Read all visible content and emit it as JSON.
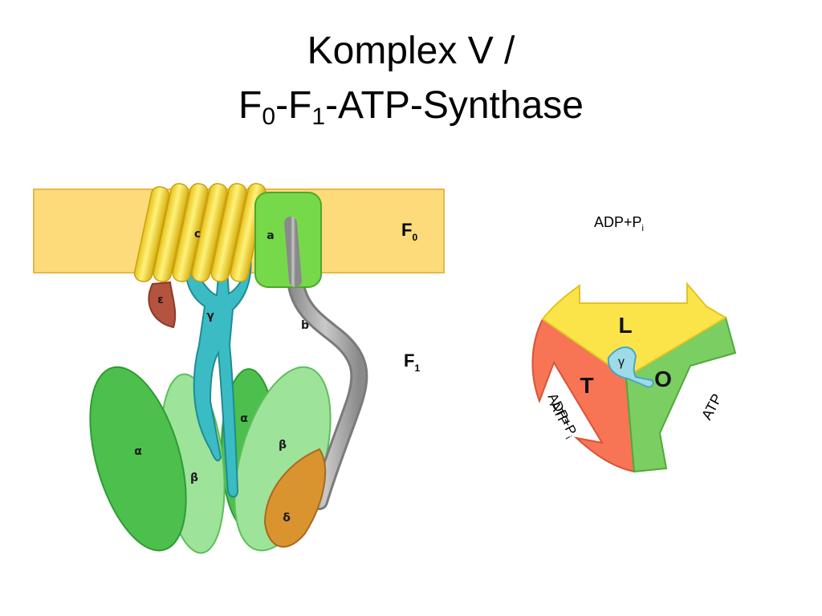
{
  "title": {
    "line1": "Komplex V /",
    "line2_parts": [
      "F",
      "0",
      "-F",
      "1",
      "-ATP-Synthase"
    ]
  },
  "labels": {
    "f0": {
      "main": "F",
      "sub": "0"
    },
    "f1": {
      "main": "F",
      "sub": "1"
    },
    "c": "c",
    "a": "a",
    "b": "b",
    "epsilon": "ε",
    "gamma": "γ",
    "delta": "δ",
    "alpha": "α",
    "beta": "β"
  },
  "cycle": {
    "adp_pi_top": {
      "main": "ADP+P",
      "sub": "i"
    },
    "state_L": "L",
    "state_T": "T",
    "state_O": "O",
    "gamma": "γ",
    "atp_right": "ATP",
    "left_overlap_a": "ADP+P",
    "left_overlap_a_sub": "i",
    "left_overlap_b": "ATP"
  },
  "colors": {
    "membrane": "#fddb7a",
    "c_ring": "#f6dc3c",
    "a_subunit": "#76d94a",
    "b_stalk": "#a0a0a0",
    "gamma": "#3bbcc4",
    "epsilon": "#b5543e",
    "delta": "#d99430",
    "alpha": "#4dbf4d",
    "beta": "#9ee39a",
    "L": "#fbe44a",
    "T": "#f77455",
    "O": "#7bcf62",
    "cycle_gamma": "#9edbe9"
  }
}
